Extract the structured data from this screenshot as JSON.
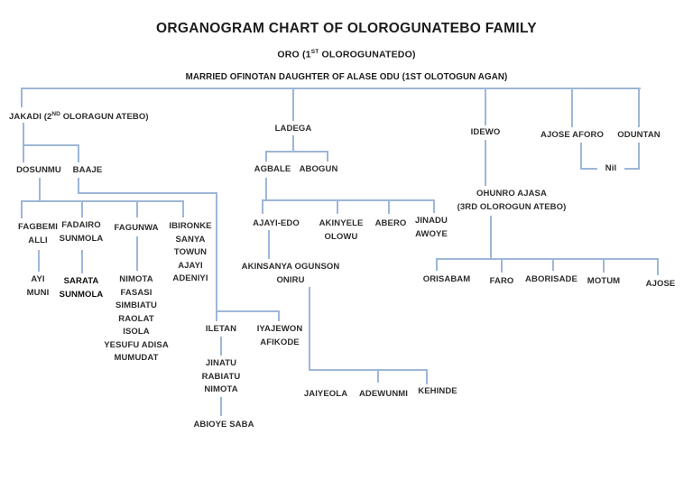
{
  "header": {
    "title": "ORGANOGRAM CHART OF OLOROGUNATEBO FAMILY",
    "subtitle": {
      "pre": "ORO (1",
      "sup": "ST",
      "post": " OLOROGUNATEDO)"
    },
    "married_line": "MARRIED OFINOTAN DAUGHTER OF ALASE ODU (1ST OLOTOGUN AGAN)"
  },
  "colors": {
    "connector": "#9db7d7",
    "text": "#2e2e2e"
  },
  "nodes": {
    "jakadi": {
      "pre": "JAKADI (2",
      "sup": "ND",
      "post": " OLORAGUN ATEBO)"
    },
    "dosunmu": "DOSUNMU",
    "baaje": "BAAJE",
    "fagbemi": "FAGBEMI\nALLI",
    "ayi": "AYI\nMUNI",
    "fadairo": "FADAIRO\nSUNMOLA",
    "sarata": "SARATA\nSUNMOLA",
    "fagunwa": "FAGUNWA",
    "fagunwa_children": "NIMOTA\nFASASI\nSIMBIATU\nRAOLAT\nISOLA\nYESUFU ADISA\nMUMUDAT",
    "ibironke": "IBIRONKE\nSANYA\nTOWUN\nAJAYI\nADENIYI",
    "iletan": "ILETAN",
    "iyajewon": "IYAJEWON\nAFIKODE",
    "jinatu": "JINATU\nRABIATU\nNIMOTA",
    "abioye": "ABIOYE SABA",
    "ladega": "LADEGA",
    "agbale": "AGBALE",
    "abogun": "ABOGUN",
    "ajayi_edo": "AJAYI-EDO",
    "akinyele": "AKINYELE\nOLOWU",
    "abero": "ABERO",
    "jinadu": "JINADU\nAWOYE",
    "akinsanya": "AKINSANYA OGUNSON\nONIRU",
    "jaiyeola": "JAIYEOLA",
    "adewunmi": "ADEWUNMI",
    "kehinde": "KEHINDE",
    "idewo": "IDEWO",
    "ohunro": "OHUNRO AJASA\n(3RD OLOROGUN ATEBO)",
    "orisabam": "ORISABAM",
    "faro": "FARO",
    "aborisade": "ABORISADE",
    "motum": "MOTUM",
    "ajose_child": "AJOSE",
    "ajose_aforo": "AJOSE AFORO",
    "oduntan": "ODUNTAN",
    "nil": "Nil"
  }
}
